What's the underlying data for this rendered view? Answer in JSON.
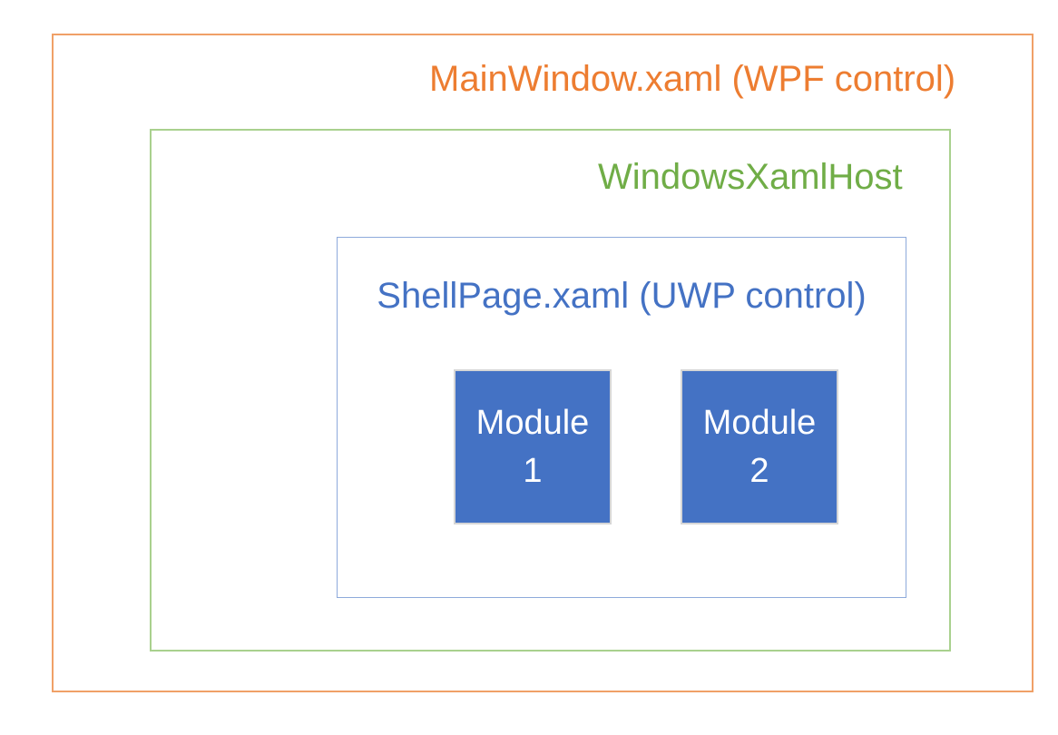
{
  "diagram": {
    "title": "MainWindow.xaml (WPF control)",
    "outer_box": {
      "label": "MainWindow.xaml (WPF control)",
      "text_color": "#ED7D31",
      "border_color": "#F0A067"
    },
    "host_box": {
      "label": "WindowsXamlHost",
      "text_color": "#70AD47",
      "border_color": "#A9D18E"
    },
    "shell_box": {
      "label": "ShellPage.xaml (UWP control)",
      "text_color": "#4472C4",
      "border_color": "#8EAADB"
    },
    "modules": [
      {
        "label": "Module 1",
        "line1": "Module",
        "line2": "1"
      },
      {
        "label": "Module 2",
        "line1": "Module",
        "line2": "2"
      }
    ]
  },
  "colors": {
    "outer_text": "#ED7D31",
    "outer_border": "#F0A067",
    "host_text": "#70AD47",
    "host_border": "#A9D18E",
    "shell_text": "#4472C4",
    "shell_border": "#8EAADB",
    "module_fill": "#4472C4",
    "module_border": "#D6D6D6",
    "module_text": "#FFFFFF"
  }
}
